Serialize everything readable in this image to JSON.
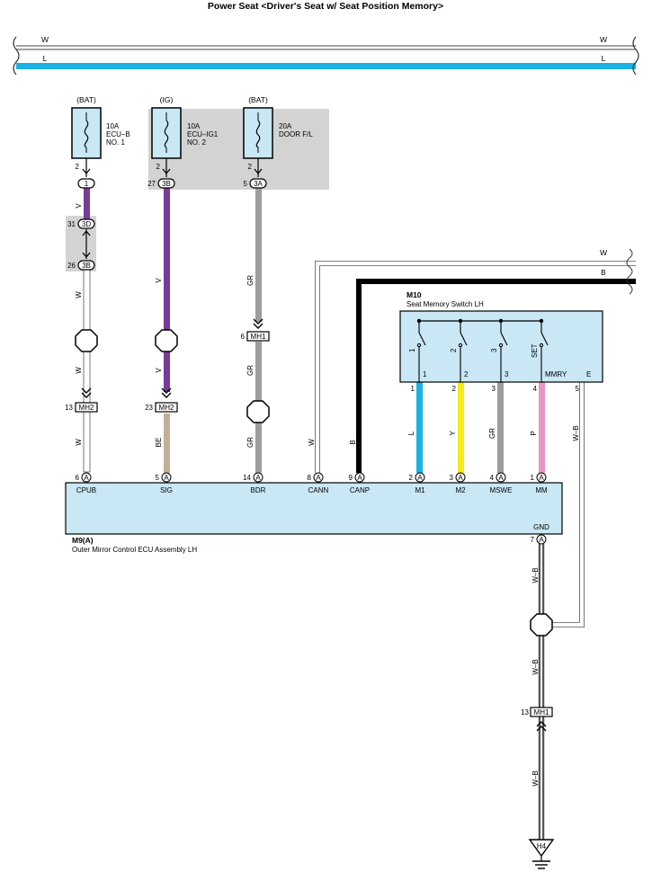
{
  "title": "Power Seat <Driver's Seat w/ Seat Position Memory>",
  "bus": {
    "w_left": "W",
    "w_right": "W",
    "l_left": "L",
    "l_right": "L"
  },
  "fuses": [
    {
      "source": "(BAT)",
      "rating": "10A",
      "name1": "ECU–B",
      "name2": "NO. 1",
      "pin": "2",
      "conn": "1"
    },
    {
      "source": "(IG)",
      "rating": "10A",
      "name1": "ECU–IG1",
      "name2": "NO. 2",
      "pin": "2",
      "conn_pin": "27",
      "conn": "3B"
    },
    {
      "source": "(BAT)",
      "rating": "20A",
      "name1": "DOOR F/L",
      "pin": "2",
      "conn_pin": "5",
      "conn": "3A"
    }
  ],
  "junction_cpub": {
    "pin_a": "31",
    "conn_a": "3D",
    "pin_b": "26",
    "conn_b": "3B"
  },
  "inline_connectors": [
    {
      "pin": "13",
      "name": "MH2"
    },
    {
      "pin": "23",
      "name": "MH2"
    },
    {
      "pin": "6",
      "name": "MH1"
    },
    {
      "pin": "13",
      "name": "MH1"
    }
  ],
  "wire_labels": {
    "cpub_upper": "V",
    "cpub_mid": "W",
    "cpub_low": "W",
    "cpub_bottom": "W",
    "sig_upper": "V",
    "sig_mid": "V",
    "sig_bottom": "BE",
    "bdr_upper": "GR",
    "bdr_mid": "GR",
    "bdr_bottom": "GR",
    "cann": "W",
    "canp": "B",
    "m1": "L",
    "m2": "Y",
    "mswe": "GR",
    "mm": "P",
    "e": "W–B",
    "gnd_1": "W–B",
    "gnd_2": "W–B",
    "gnd_3": "W–B",
    "right_w": "W",
    "right_b": "B"
  },
  "ecu": {
    "code": "M9(A)",
    "name": "Outer Mirror Control ECU Assembly LH",
    "gnd_label": "GND",
    "gnd_pin": "7",
    "conn_letter": "A",
    "terminals": [
      {
        "pin": "6",
        "label": "CPUB"
      },
      {
        "pin": "5",
        "label": "SIG"
      },
      {
        "pin": "14",
        "label": "BDR"
      },
      {
        "pin": "8",
        "label": "CANN"
      },
      {
        "pin": "9",
        "label": "CANP"
      },
      {
        "pin": "2",
        "label": "M1"
      },
      {
        "pin": "3",
        "label": "M2"
      },
      {
        "pin": "4",
        "label": "MSWE"
      },
      {
        "pin": "1",
        "label": "MM"
      }
    ]
  },
  "memory_switch": {
    "code": "M10",
    "name": "Seat Memory Switch LH",
    "switches": [
      "1",
      "2",
      "3",
      "SET"
    ],
    "inner": [
      "1",
      "2",
      "3",
      "MMRY",
      "E"
    ],
    "pins": [
      "1",
      "2",
      "3",
      "4",
      "5"
    ]
  },
  "ground": "H4",
  "colors": {
    "V": "#7a3b97",
    "W": "#ffffff",
    "BE": "#c3ae98",
    "GR": "#9d9d9d",
    "B": "#000000",
    "L": "#18b2e6",
    "Y": "#f6ea18",
    "P": "#ea95c6",
    "box": "#c9e7f4",
    "shade": "#d3d3d3",
    "outline": "#555555"
  }
}
